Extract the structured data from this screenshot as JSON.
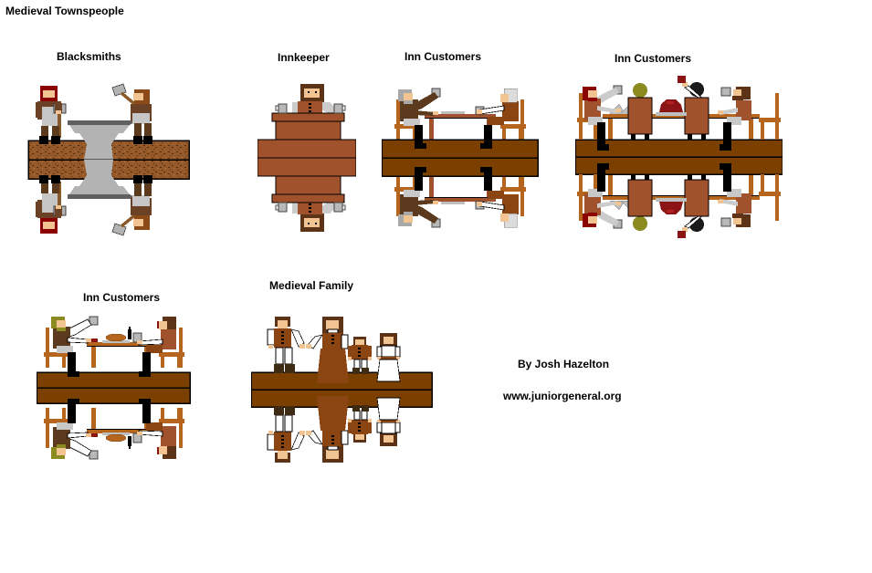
{
  "page": {
    "title": "Medieval Townspeople"
  },
  "sections": [
    {
      "id": "blacksmiths",
      "label": "Blacksmiths"
    },
    {
      "id": "innkeeper",
      "label": "Innkeeper"
    },
    {
      "id": "inn-customers-1",
      "label": "Inn Customers"
    },
    {
      "id": "inn-customers-2",
      "label": "Inn Customers"
    },
    {
      "id": "inn-customers-3",
      "label": "Inn Customers"
    },
    {
      "id": "medieval-family",
      "label": "Medieval Family"
    }
  ],
  "credits": {
    "author": "By Josh Hazelton",
    "website": "www.juniorgeneral.org"
  },
  "palette": {
    "background": "#FFFFFF",
    "text": "#000000",
    "outline": "#000000",
    "skin": "#F2C491",
    "hair_dark_red": "#8B0000",
    "hair_brown": "#5C3317",
    "hair_auburn": "#8B4A17",
    "hair_gray": "#A8A8A8",
    "hair_white": "#DCDCDC",
    "hair_olive": "#8B8B20",
    "hair_black": "#1A1A1A",
    "coat_brown": "#6B4226",
    "coat_dark": "#5C3A1E",
    "vest_brown": "#A0522D",
    "tunic_brown": "#8B4513",
    "apron_gray": "#C6C6C6",
    "sleeve_gray": "#CCCCCC",
    "cloth_white": "#FFFFFF",
    "pants_gray": "#C8C8C8",
    "boots_black": "#000000",
    "boots_brown": "#3F2A14",
    "metal_gray": "#B3B3B3",
    "metal_dark": "#5F5F5F",
    "wood_plank": "#96592A",
    "wood_speckle": "#4F2D0D",
    "wood_light": "#C07B40",
    "strip_brown": "#7B3F00",
    "counter_brown": "#A0522D",
    "table_brown": "#A0522D",
    "table_light": "#B5651D",
    "chair_brown": "#B5651D",
    "ham_red": "#8B1414",
    "ham_light": "#B22222",
    "plate_gray": "#BEBEBE",
    "mug_gray": "#B8B8B8",
    "handle_wood": "#8B5A2B"
  }
}
